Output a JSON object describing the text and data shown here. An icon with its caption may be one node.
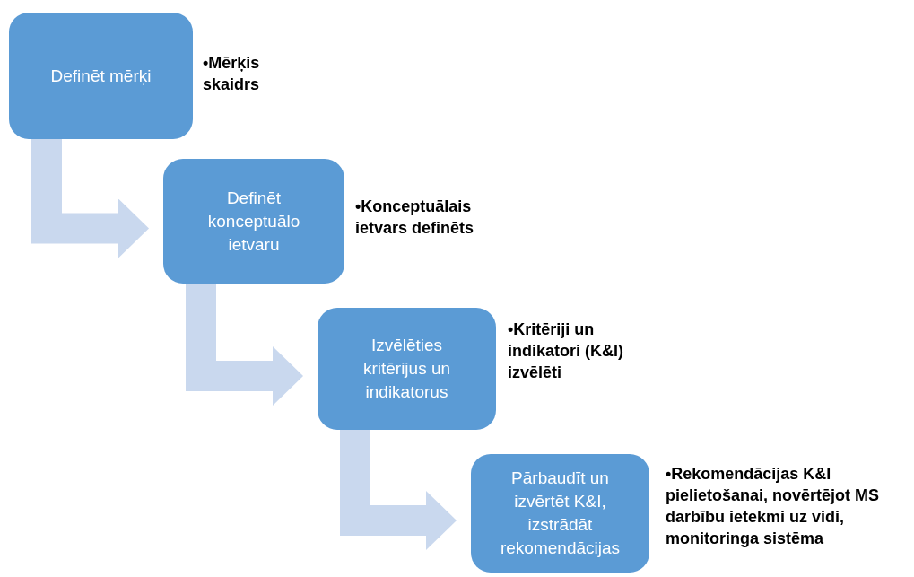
{
  "diagram": {
    "nodes": [
      {
        "text": [
          "Definēt mērķi"
        ],
        "beside": [
          "•Mērķis skaidrs"
        ]
      },
      {
        "text": [
          "Definēt konceptuālo ietvaru"
        ],
        "beside": [
          "•Konceptuālais ietvars definēts"
        ]
      },
      {
        "text": [
          "Izvēlēties kritērijus un indikatorus"
        ],
        "beside": [
          "•Kritēriji un indikatori (K&I) izvēlēti"
        ]
      },
      {
        "text": [
          "Pārbaudīt un izvērtēt K&I, izstrādāt rekomendācijas"
        ],
        "beside": [
          "•Rekomendācijas K&I pielietošanai, novērtējot MS darbību ietekmi uz vidi, monitoringa sistēma"
        ]
      }
    ],
    "edges": [
      {
        "from": 0,
        "to": 1,
        "arrow": "to"
      },
      {
        "from": 1,
        "to": 2,
        "arrow": "to"
      },
      {
        "from": 2,
        "to": 3,
        "arrow": "to"
      }
    ]
  }
}
